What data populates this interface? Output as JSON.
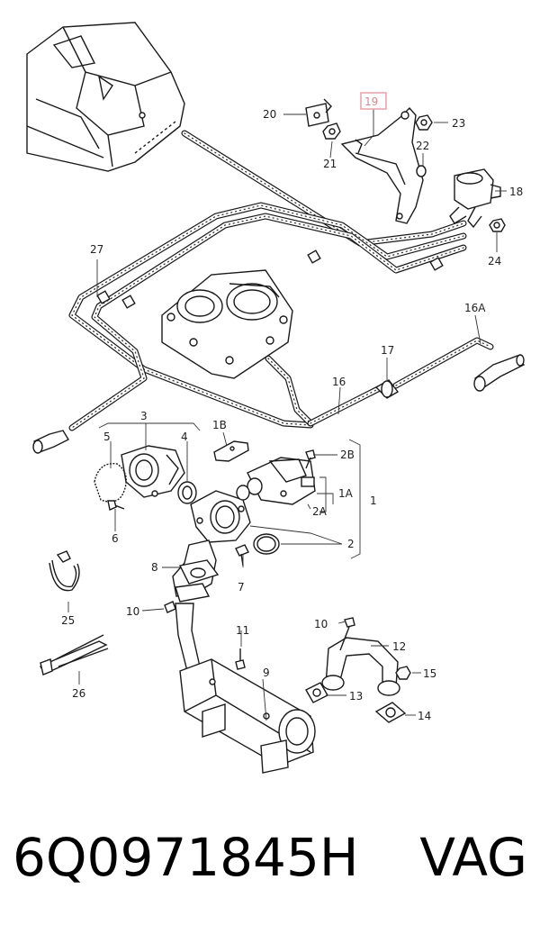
{
  "callouts": {
    "c1": "1",
    "c1A": "1A",
    "c1B": "1B",
    "c2": "2",
    "c2A": "2A",
    "c2B": "2B",
    "c3": "3",
    "c4": "4",
    "c5": "5",
    "c6": "6",
    "c7": "7",
    "c8": "8",
    "c9": "9",
    "c10a": "10",
    "c10b": "10",
    "c11": "11",
    "c12": "12",
    "c13": "13",
    "c14": "14",
    "c15": "15",
    "c16": "16",
    "c16A": "16A",
    "c17": "17",
    "c18": "18",
    "c19": "19",
    "c20": "20",
    "c21": "21",
    "c22": "22",
    "c23": "23",
    "c24": "24",
    "c25": "25",
    "c26": "26",
    "c27": "27"
  },
  "highlight_color": "#e8a0a8",
  "footer": {
    "part_number": "6Q0971845H",
    "brand": "VAG"
  }
}
